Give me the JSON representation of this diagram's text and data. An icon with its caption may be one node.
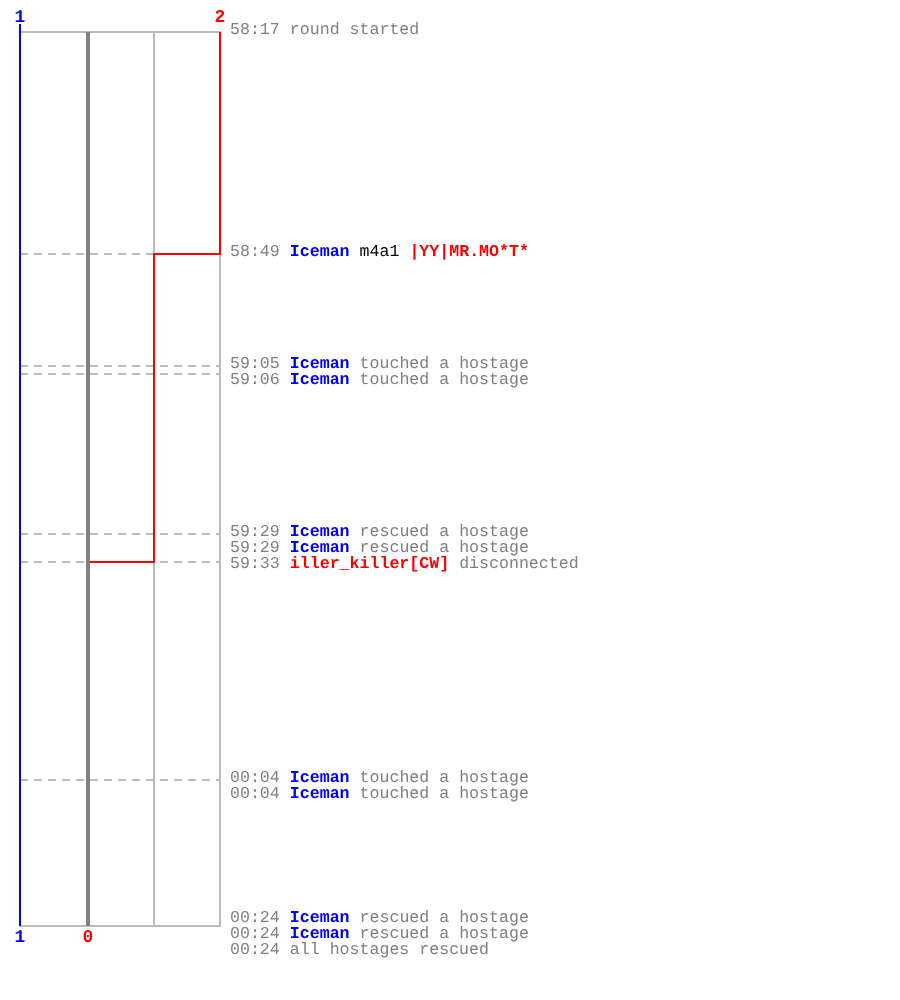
{
  "diagram": {
    "labels": [
      "1",
      "2",
      "58:17",
      "round started",
      "58:49",
      "Iceman",
      "m4a1",
      "|YY|MR.MO*T*",
      "59:05",
      "Iceman",
      "touched a hostage",
      "59:06",
      "Iceman",
      "touched a hostage",
      "59:29",
      "Iceman",
      "rescued a hostage",
      "59:29",
      "Iceman",
      "rescued a hostage",
      "59:33",
      "iller_killer[CW]",
      "disconnected",
      "00:04",
      "Iceman",
      "touched a hostage",
      "00:04",
      "Iceman",
      "touched a hostage",
      "00:24",
      "Iceman",
      "rescued a hostage",
      "00:24",
      "Iceman",
      "rescued a hostage",
      "00:24",
      "all hostages rescued",
      "1",
      "0"
    ]
  }
}
